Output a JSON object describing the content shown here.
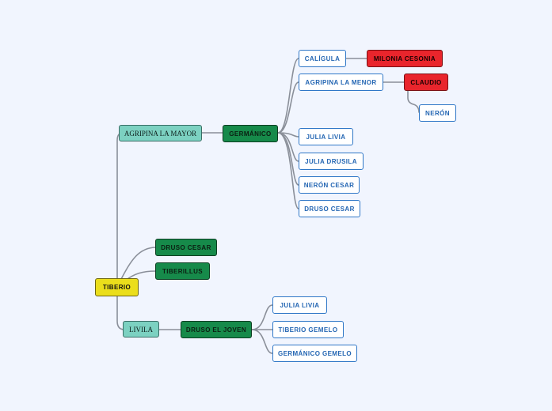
{
  "mindmap": {
    "root": "TIBERIO",
    "agripina_mayor": "AGRIPINA LA MAYOR",
    "germanico": "GERMÁNICO",
    "caligula": "CALÍGULA",
    "milonia": "MILONIA CESONIA",
    "agripina_menor": "AGRIPINA LA MENOR",
    "claudio": "CLAUDIO",
    "neron": "NERÓN",
    "julia_livia_1": "JULIA LIVIA",
    "julia_drusila": "JULIA DRUSILA",
    "neron_cesar": "NERÓN CESAR",
    "druso_cesar_1": "DRUSO CESAR",
    "druso_cesar_2": "DRUSO CESAR",
    "tiberillus": "TIBERILLUS",
    "livila": "LIVILA",
    "druso_joven": "DRUSO EL JOVEN",
    "julia_livia_2": "JULIA LIVIA",
    "tiberio_gemelo": "TIBERIO GEMELO",
    "germanico_gemelo": "GERMÁNICO GEMELO"
  },
  "colors": {
    "background": "#f1f5fe",
    "connector": "#8a8f99",
    "green": "#168a4a",
    "teal": "#7cd1c1",
    "yellow": "#ebde1b",
    "red": "#e9252c",
    "white_border": "#2f77c7"
  }
}
